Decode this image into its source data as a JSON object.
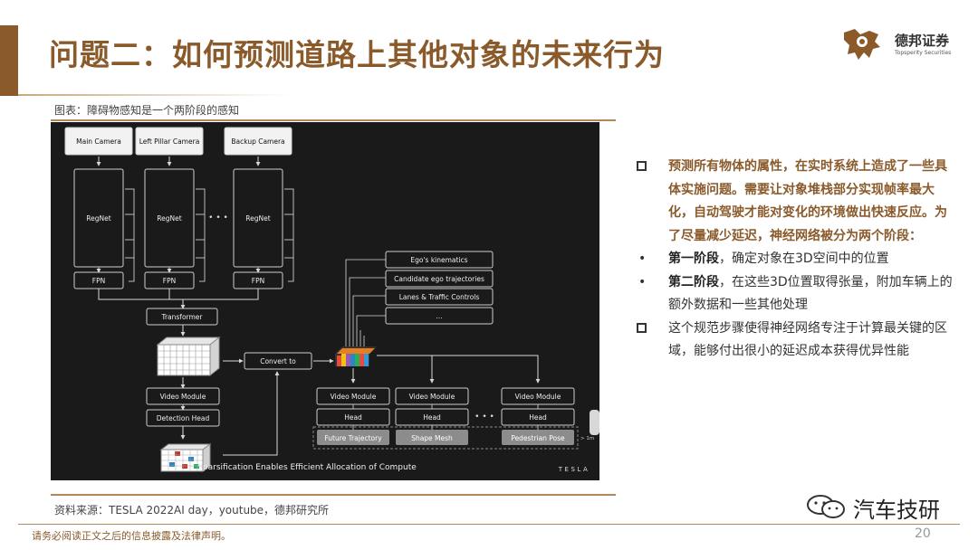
{
  "slide": {
    "title": "问题二：如何预测道路上其他对象的未来行为",
    "caption": "图表：障碍物感知是一个两阶段的感知",
    "source": "资料来源：TESLA 2022AI day，youtube，德邦研究所",
    "disclaimer": "请务必阅读正文之后的信息披露及法律声明。",
    "page_number": "20",
    "brand_color": "#8a5a2b"
  },
  "logo": {
    "name_cn": "德邦证券",
    "name_en": "Topsperity Securities"
  },
  "watermark": {
    "text": "汽车技研",
    "icon": "wechat-icon"
  },
  "figure": {
    "cameras": [
      "Main Camera",
      "Left Pillar Camera",
      "Backup Camera"
    ],
    "backbone_label": "RegNet",
    "fpn_label": "FPN",
    "ellipsis": "• • •",
    "transformer_label": "Transformer",
    "convert_label": "Convert to",
    "video_module_label": "Video Module",
    "detection_head_label": "Detection Head",
    "inputs": [
      "Ego's kinematics",
      "Candidate ego trajectories",
      "Lanes & Traffic Controls",
      "..."
    ],
    "head_label": "Head",
    "outputs": [
      "Future Trajectory",
      "Shape Mesh",
      "Pedestrian Pose"
    ],
    "footer": "Sparsification Enables Efficient Allocation of Compute",
    "brand": "TESLA",
    "edge_text": "> 1m"
  },
  "right": {
    "p1_bold": "预测所有物体的属性，在实时系统上造成了一些具体实施问题。需要让对象堆栈部分实现帧率最大化，自动驾驶才能对变化的环境做出快速反应。为了尽量减少延迟，神经网络被分为两个阶段：",
    "b1_bold": "第一阶段",
    "b1_text": "，确定对象在3D空间中的位置",
    "b2_bold": "第二阶段",
    "b2_text": "，在这些3D位置取得张量，附加车辆上的额外数据和一些其他处理",
    "p2_text": "这个规范步骤使得神经网络专注于计算最关键的区域，能够付出很小的延迟成本获得优异性能",
    "bullet": "•"
  }
}
